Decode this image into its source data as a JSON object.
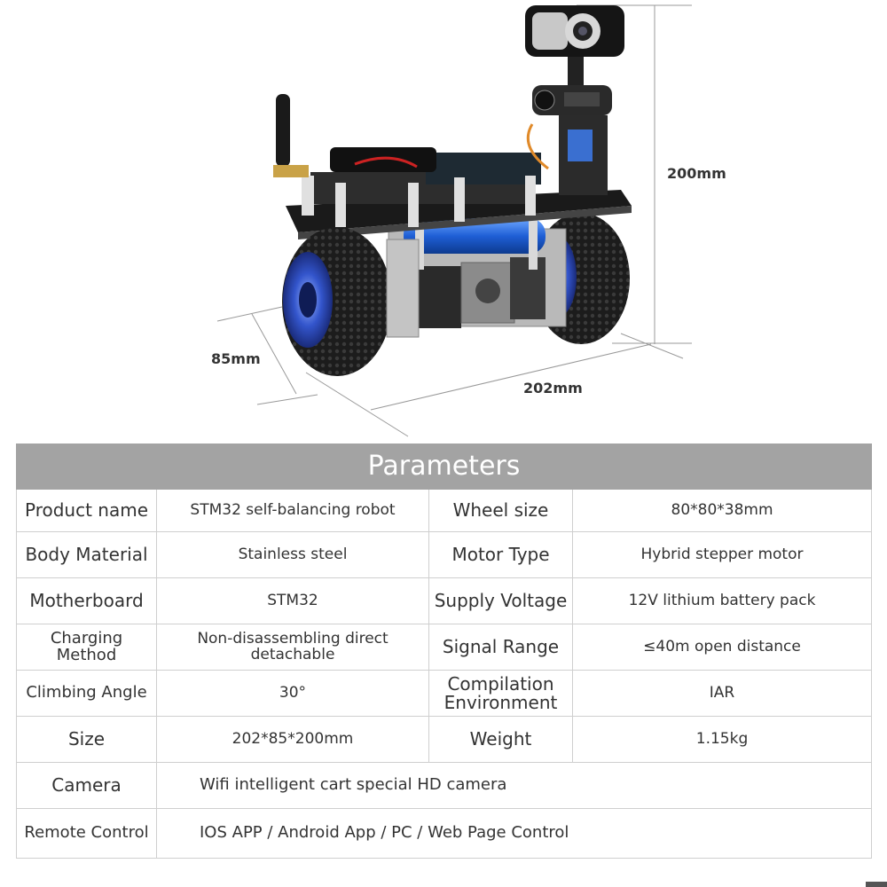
{
  "dimensions": {
    "height_label": "200mm",
    "depth_label": "85mm",
    "width_label": "202mm"
  },
  "table": {
    "title": "Parameters",
    "rows": [
      {
        "label1": "Product name",
        "value1": "STM32 self-balancing robot",
        "label2": "Wheel size",
        "value2": "80*80*38mm"
      },
      {
        "label1": "Body Material",
        "value1": "Stainless steel",
        "label2": "Motor Type",
        "value2": "Hybrid stepper motor"
      },
      {
        "label1": "Motherboard",
        "value1": "STM32",
        "label2": "Supply Voltage",
        "value2": "12V lithium battery pack"
      },
      {
        "label1": "Charging Method",
        "value1": "Non-disassembling direct detachable",
        "label2": "Signal Range",
        "value2": "≤40m open distance"
      },
      {
        "label1": "Climbing Angle",
        "value1": "30°",
        "label2": "Compilation Environment",
        "value2": "IAR"
      },
      {
        "label1": "Size",
        "value1": "202*85*200mm",
        "label2": "Weight",
        "value2": "1.15kg"
      }
    ],
    "wide_rows": [
      {
        "label": "Camera",
        "value": "Wifi intelligent cart special HD camera"
      },
      {
        "label": "Remote Control",
        "value": "IOS APP / Android App /  PC / Web Page Control"
      }
    ]
  }
}
